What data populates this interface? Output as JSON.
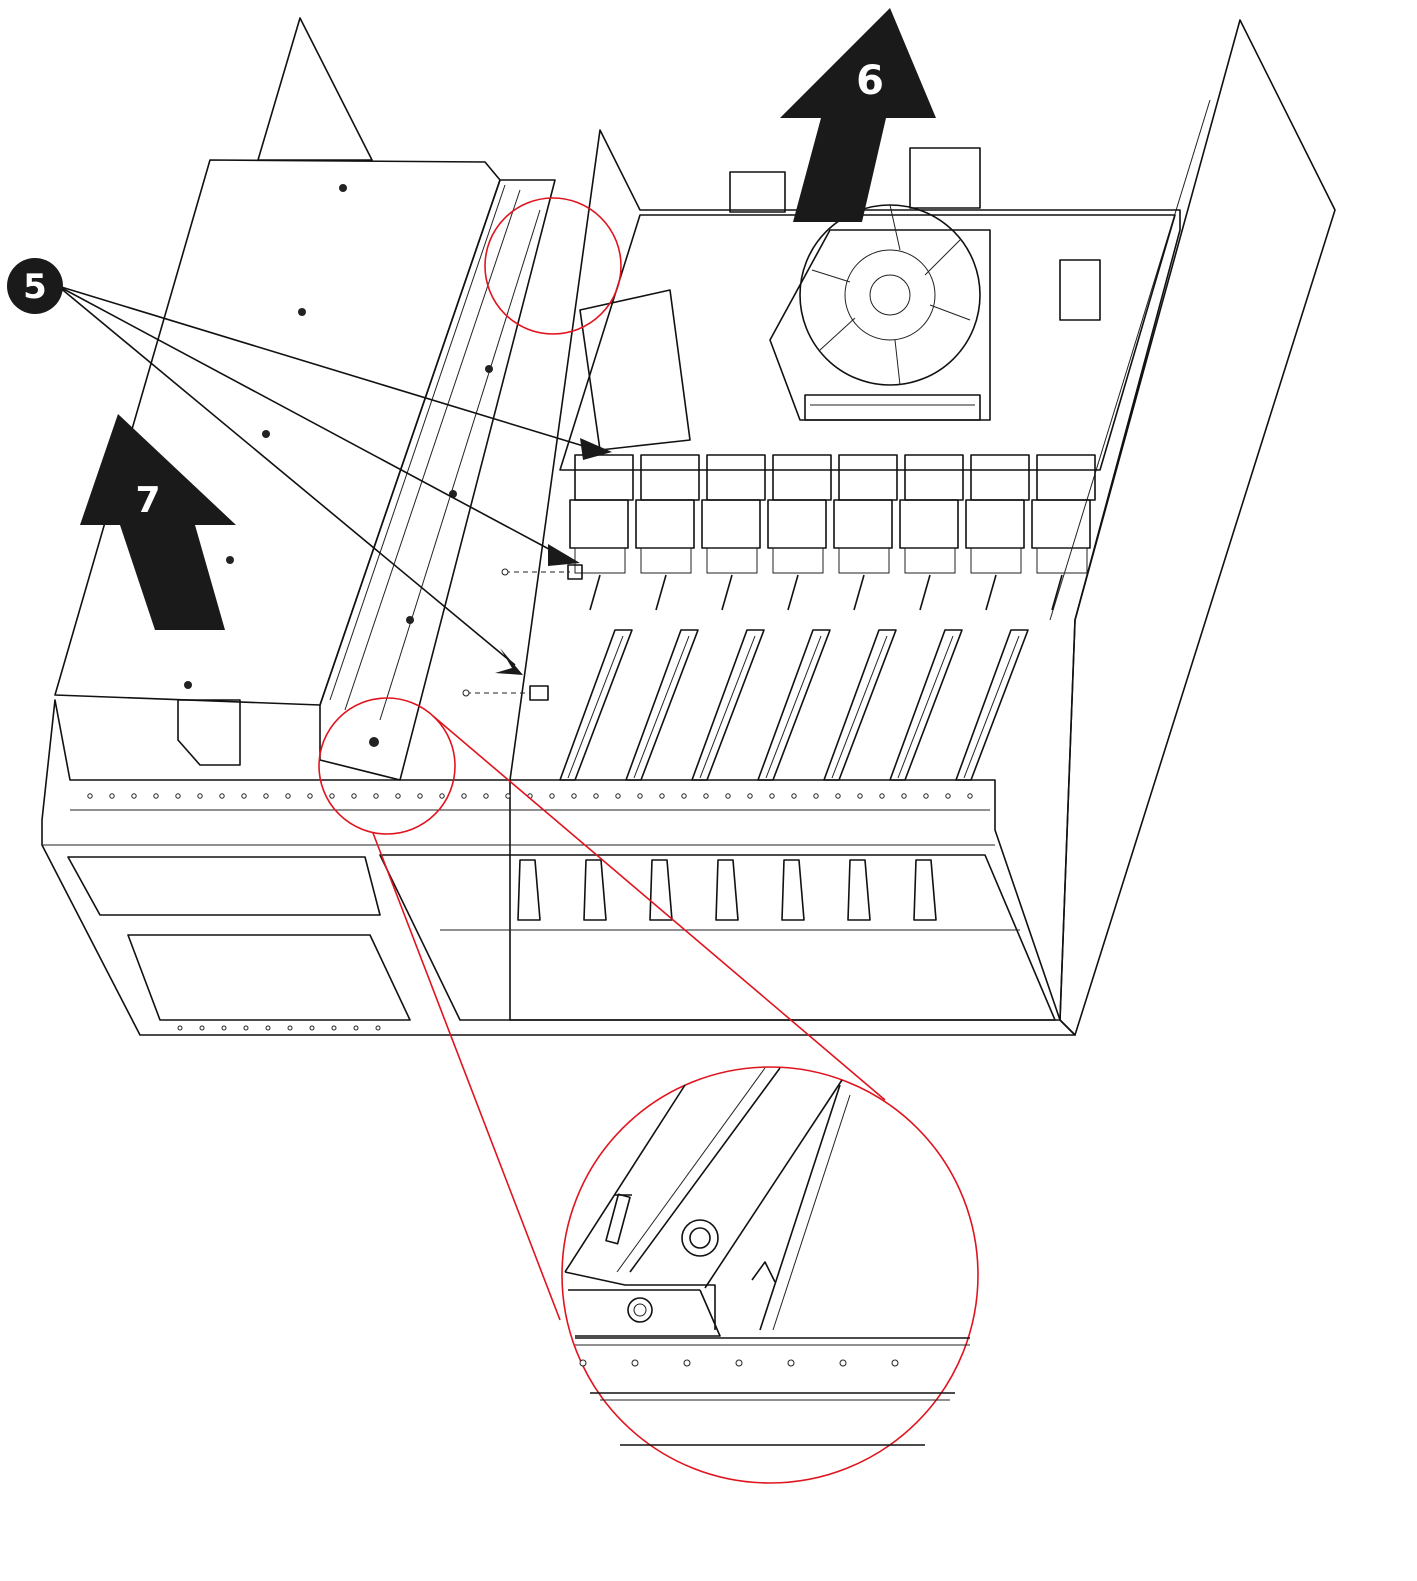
{
  "steps": [
    {
      "id": "step-5",
      "number": "5"
    },
    {
      "id": "step-6",
      "number": "6"
    },
    {
      "id": "step-7",
      "number": "7"
    }
  ],
  "colors": {
    "line": "#111111",
    "callout": "#e0141e",
    "badge": "#1a1a1a",
    "arrow": "#1a1a1a"
  },
  "icons": {
    "callout_arrows": "pointer-arrow",
    "removal_arrows": "up-arrow"
  }
}
